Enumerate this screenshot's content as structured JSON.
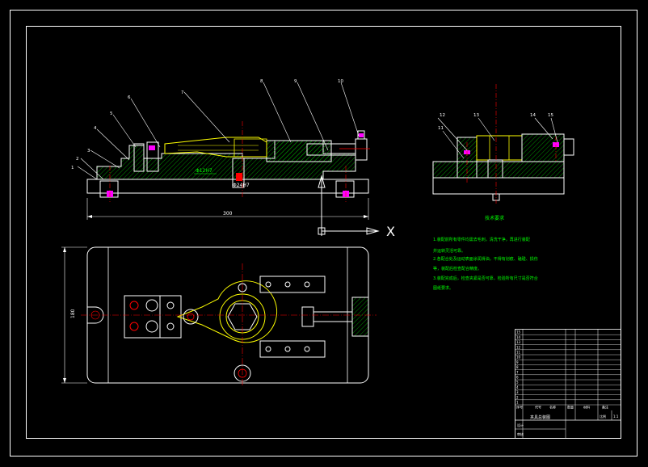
{
  "drawing": {
    "colors": {
      "background": "#000000",
      "outline": "#ffffff",
      "hatch": "#00ff00",
      "centerline": "#ff0000",
      "fastener": "#ff00ff",
      "part": "#ffff00",
      "text_note": "#00ff00"
    },
    "balloons": [
      "1",
      "2",
      "3",
      "4",
      "5",
      "6",
      "7",
      "8",
      "9",
      "10",
      "11",
      "12",
      "13",
      "14",
      "15"
    ],
    "dimensions": {
      "overall_length": "300",
      "overall_width": "180",
      "hole_left": "Φ12H7",
      "hole_center": "Φ24H7"
    },
    "axis_label": "X",
    "notes": {
      "title": "技术要求",
      "lines": [
        "1.装配前所有零件均需去毛刺，清洗干净，再进行装配",
        "并运转灵活可靠。",
        "2.各配合处及运动表面涂润滑油，不得有划痕、磕碰、损伤",
        "等，装配后检查配合精度。",
        "3.装配完成后，检查夹紧是否可靠，检验所有尺寸是否符合",
        "图纸要求。"
      ]
    },
    "title_block": {
      "drawing_name": "夹具总装图",
      "row_numbers": [
        "15",
        "14",
        "13",
        "12",
        "11",
        "10",
        "9",
        "8",
        "7",
        "6",
        "5",
        "4",
        "3",
        "2",
        "1"
      ],
      "header": [
        "序号",
        "代号",
        "名称",
        "数量",
        "材料",
        "备注"
      ],
      "bottom_labels": [
        "设计",
        "审核"
      ],
      "scale_label": "比例",
      "scale_value": "1:1"
    }
  }
}
